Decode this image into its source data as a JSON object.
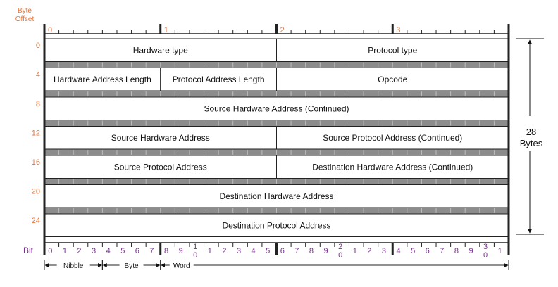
{
  "header": {
    "byte_offset_label_line1": "Byte",
    "byte_offset_label_line2": "Offset"
  },
  "byte_markers": [
    "0",
    "1",
    "2",
    "3"
  ],
  "offsets": [
    "0",
    "4",
    "8",
    "12",
    "16",
    "20",
    "24"
  ],
  "rows": [
    [
      {
        "label": "Hardware type",
        "start": 0,
        "end": 16
      },
      {
        "label": "Protocol type",
        "start": 16,
        "end": 32
      }
    ],
    [
      {
        "label": "Hardware Address Length",
        "start": 0,
        "end": 8
      },
      {
        "label": "Protocol Address Length",
        "start": 8,
        "end": 16
      },
      {
        "label": "Opcode",
        "start": 16,
        "end": 32
      }
    ],
    [
      {
        "label": "Source Hardware Address (Continued)",
        "start": 0,
        "end": 32
      }
    ],
    [
      {
        "label": "Source Hardware Address",
        "start": 0,
        "end": 16
      },
      {
        "label": "Source Protocol Address (Continued)",
        "start": 16,
        "end": 32
      }
    ],
    [
      {
        "label": "Source Protocol Address",
        "start": 0,
        "end": 16
      },
      {
        "label": "Destination Hardware Address (Continued)",
        "start": 16,
        "end": 32
      }
    ],
    [
      {
        "label": "Destination Hardware Address",
        "start": 0,
        "end": 32
      }
    ],
    [
      {
        "label": "Destination Protocol Address",
        "start": 0,
        "end": 32
      }
    ]
  ],
  "bit_label": "Bit",
  "bit_numbers": [
    {
      "top": "",
      "bottom": "0"
    },
    {
      "top": "",
      "bottom": "1"
    },
    {
      "top": "",
      "bottom": "2"
    },
    {
      "top": "",
      "bottom": "3"
    },
    {
      "top": "",
      "bottom": "4"
    },
    {
      "top": "",
      "bottom": "5"
    },
    {
      "top": "",
      "bottom": "6"
    },
    {
      "top": "",
      "bottom": "7"
    },
    {
      "top": "",
      "bottom": "8"
    },
    {
      "top": "",
      "bottom": "9"
    },
    {
      "top": "1",
      "bottom": "0"
    },
    {
      "top": "",
      "bottom": "1"
    },
    {
      "top": "",
      "bottom": "2"
    },
    {
      "top": "",
      "bottom": "3"
    },
    {
      "top": "",
      "bottom": "4"
    },
    {
      "top": "",
      "bottom": "5"
    },
    {
      "top": "",
      "bottom": "6"
    },
    {
      "top": "",
      "bottom": "7"
    },
    {
      "top": "",
      "bottom": "8"
    },
    {
      "top": "",
      "bottom": "9"
    },
    {
      "top": "2",
      "bottom": "0"
    },
    {
      "top": "",
      "bottom": "1"
    },
    {
      "top": "",
      "bottom": "2"
    },
    {
      "top": "",
      "bottom": "3"
    },
    {
      "top": "",
      "bottom": "4"
    },
    {
      "top": "",
      "bottom": "5"
    },
    {
      "top": "",
      "bottom": "6"
    },
    {
      "top": "",
      "bottom": "7"
    },
    {
      "top": "",
      "bottom": "8"
    },
    {
      "top": "",
      "bottom": "9"
    },
    {
      "top": "3",
      "bottom": "0"
    },
    {
      "top": "",
      "bottom": "1"
    }
  ],
  "spans": [
    {
      "label": "Nibble",
      "start": 0,
      "end": 4
    },
    {
      "label": "Byte",
      "start": 4,
      "end": 8
    },
    {
      "label": "Word",
      "start": 8,
      "end": 32
    }
  ],
  "total": {
    "value": "28",
    "unit": "Bytes"
  },
  "colors": {
    "offset": "#e8743b",
    "bit": "#7a2f8f",
    "separator": "#8c8c8c",
    "outline": "#222222"
  }
}
